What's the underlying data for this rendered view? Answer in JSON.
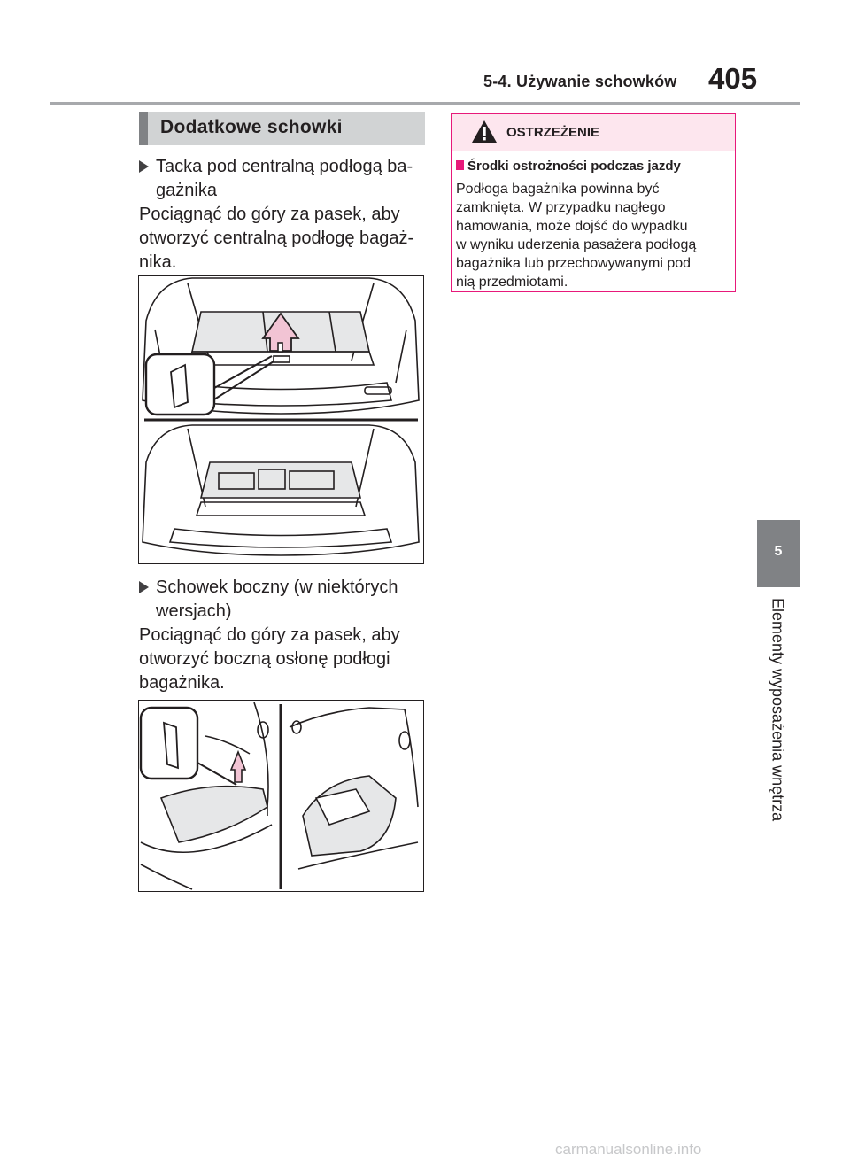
{
  "header": {
    "section": "5-4. Używanie schowków",
    "page_number": "405"
  },
  "section_heading": "Dodatkowe schowki",
  "items": [
    {
      "bullet": "Tacka pod centralną podłogą ba-\ngażnika",
      "description": "Pociągnąć do góry za pasek, aby\notworzyć centralną podłogę bagaż-\nnika."
    },
    {
      "bullet": "Schowek boczny (w niektórych\nwersjach)",
      "description": "Pociągnąć do góry za pasek, aby\notworzyć boczną osłonę podłogi\nbagażnika."
    }
  ],
  "warning": {
    "title": "OSTRZEŻENIE",
    "subtitle": "Środki ostrożności podczas jazdy",
    "body": "Podłoga bagażnika powinna być\nzamknięta. W przypadku nagłego\nhamowania, może dojść do wypadku\nw wyniku uderzenia pasażera podłogą\nbagażnika lub przechowywanymi pod\nnią przedmiotami.",
    "accent_color": "#e7197a",
    "head_bg": "#fde6ee"
  },
  "chapter_tab": {
    "number": "5",
    "title": "Elementy wyposażenia wnętrza"
  },
  "watermark": "carmanualsonline.info",
  "colors": {
    "arrow_fill": "#f2c4d4",
    "heading_bg": "#d1d3d4",
    "heading_bar": "#808285"
  }
}
